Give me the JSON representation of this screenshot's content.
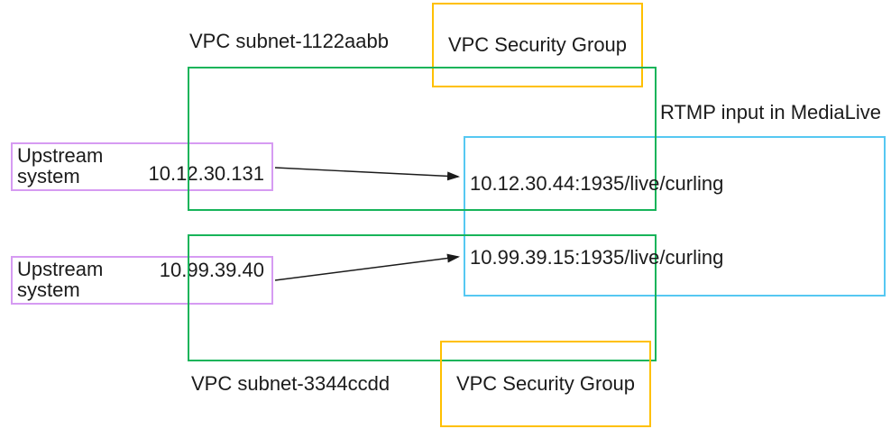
{
  "colors": {
    "green": "#17b45a",
    "gold": "#ffc000",
    "purple": "#d69bf2",
    "cyan": "#56c8f2",
    "ink": "#1b1b1b"
  },
  "diagram": {
    "subnet_top": {
      "label": "VPC subnet-1122aabb"
    },
    "subnet_bottom": {
      "label": "VPC subnet-3344ccdd"
    },
    "security_group_top": {
      "label": "VPC Security Group"
    },
    "security_group_bottom": {
      "label": "VPC Security Group"
    },
    "medialive": {
      "label": "RTMP input in MediaLive",
      "endpoint_top": "10.12.30.44:1935/live/curling",
      "endpoint_bottom": "10.99.39.15:1935/live/curling"
    },
    "upstream_top": {
      "label": "Upstream system",
      "ip": "10.12.30.131"
    },
    "upstream_bottom": {
      "label": "Upstream system",
      "ip": "10.99.39.40"
    }
  }
}
